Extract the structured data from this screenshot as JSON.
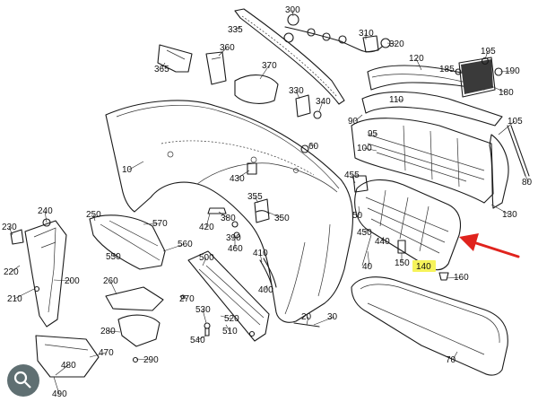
{
  "callouts": [
    "10",
    "20",
    "30",
    "40",
    "50",
    "60",
    "70",
    "80",
    "90",
    "95",
    "100",
    "105",
    "110",
    "120",
    "130",
    "140",
    "150",
    "160",
    "180",
    "185",
    "190",
    "195",
    "200",
    "210",
    "220",
    "230",
    "240",
    "250",
    "260",
    "270",
    "280",
    "290",
    "300",
    "310",
    "320",
    "330",
    "335",
    "340",
    "350",
    "355",
    "360",
    "365",
    "370",
    "380",
    "390",
    "400",
    "410",
    "420",
    "430",
    "440",
    "450",
    "455",
    "460",
    "470",
    "480",
    "490",
    "500",
    "510",
    "520",
    "530",
    "540",
    "550",
    "560",
    "570"
  ],
  "highlighted_callout": "140",
  "colors": {
    "highlight": "#f6f35a",
    "arrow": "#e0231d",
    "line": "#1a1a1a"
  },
  "icons": {
    "pointer": "red-arrow-icon",
    "watermark": "search-lens-icon"
  }
}
